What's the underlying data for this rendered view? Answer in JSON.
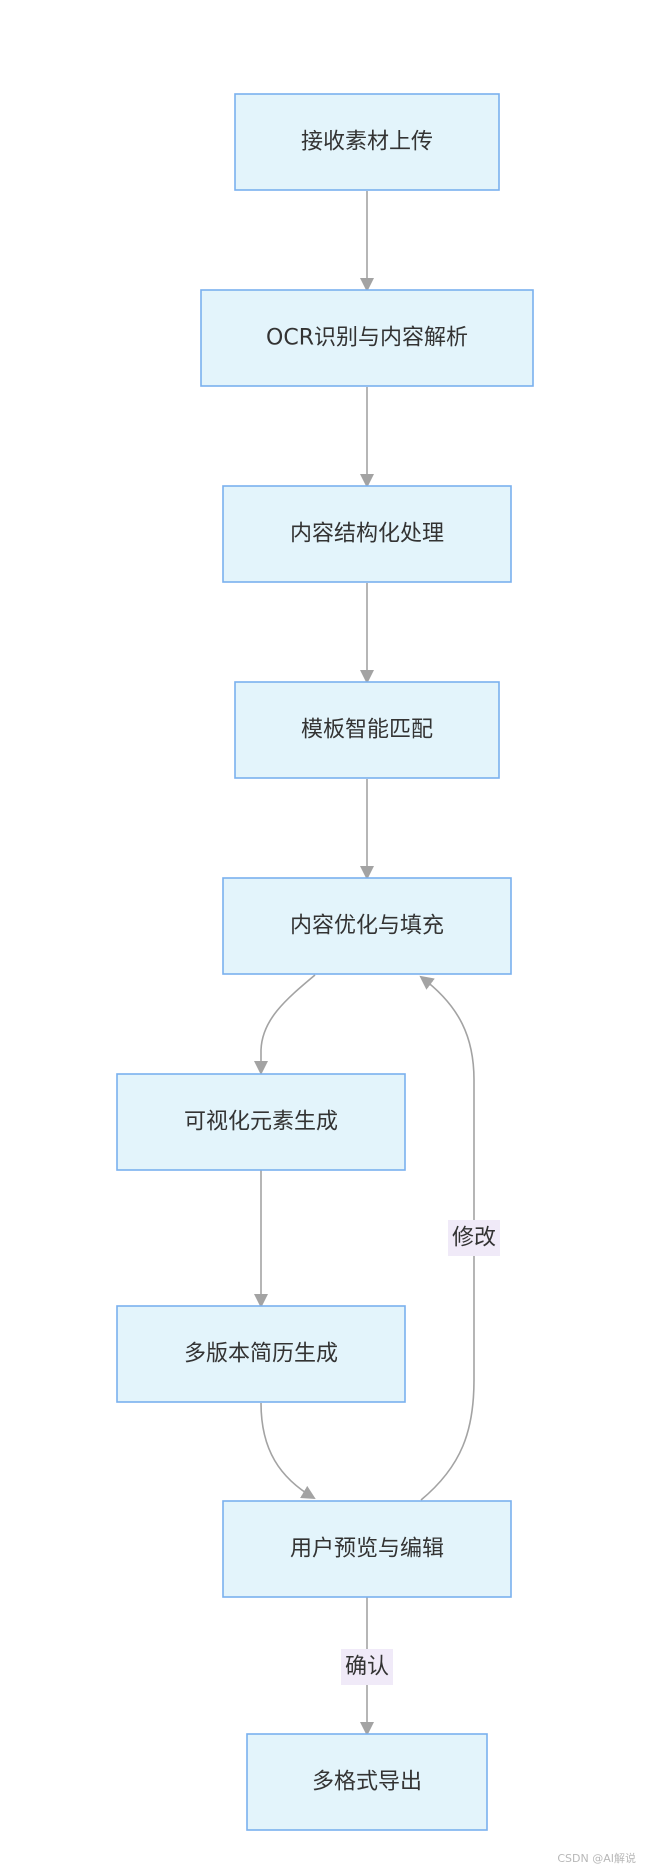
{
  "nodes": [
    {
      "id": "upload",
      "label": "接收素材上传"
    },
    {
      "id": "ocr",
      "label": "OCR识别与内容解析"
    },
    {
      "id": "structure",
      "label": "内容结构化处理"
    },
    {
      "id": "template",
      "label": "模板智能匹配"
    },
    {
      "id": "optimize",
      "label": "内容优化与填充"
    },
    {
      "id": "visual",
      "label": "可视化元素生成"
    },
    {
      "id": "multi",
      "label": "多版本简历生成"
    },
    {
      "id": "preview",
      "label": "用户预览与编辑"
    },
    {
      "id": "export",
      "label": "多格式导出"
    }
  ],
  "edges": [
    {
      "from": "upload",
      "to": "ocr",
      "label": ""
    },
    {
      "from": "ocr",
      "to": "structure",
      "label": ""
    },
    {
      "from": "structure",
      "to": "template",
      "label": ""
    },
    {
      "from": "template",
      "to": "optimize",
      "label": ""
    },
    {
      "from": "optimize",
      "to": "visual",
      "label": ""
    },
    {
      "from": "visual",
      "to": "multi",
      "label": ""
    },
    {
      "from": "multi",
      "to": "preview",
      "label": ""
    },
    {
      "from": "preview",
      "to": "optimize",
      "label": "修改"
    },
    {
      "from": "preview",
      "to": "export",
      "label": "确认"
    }
  ],
  "watermark": "CSDN @AI解说"
}
